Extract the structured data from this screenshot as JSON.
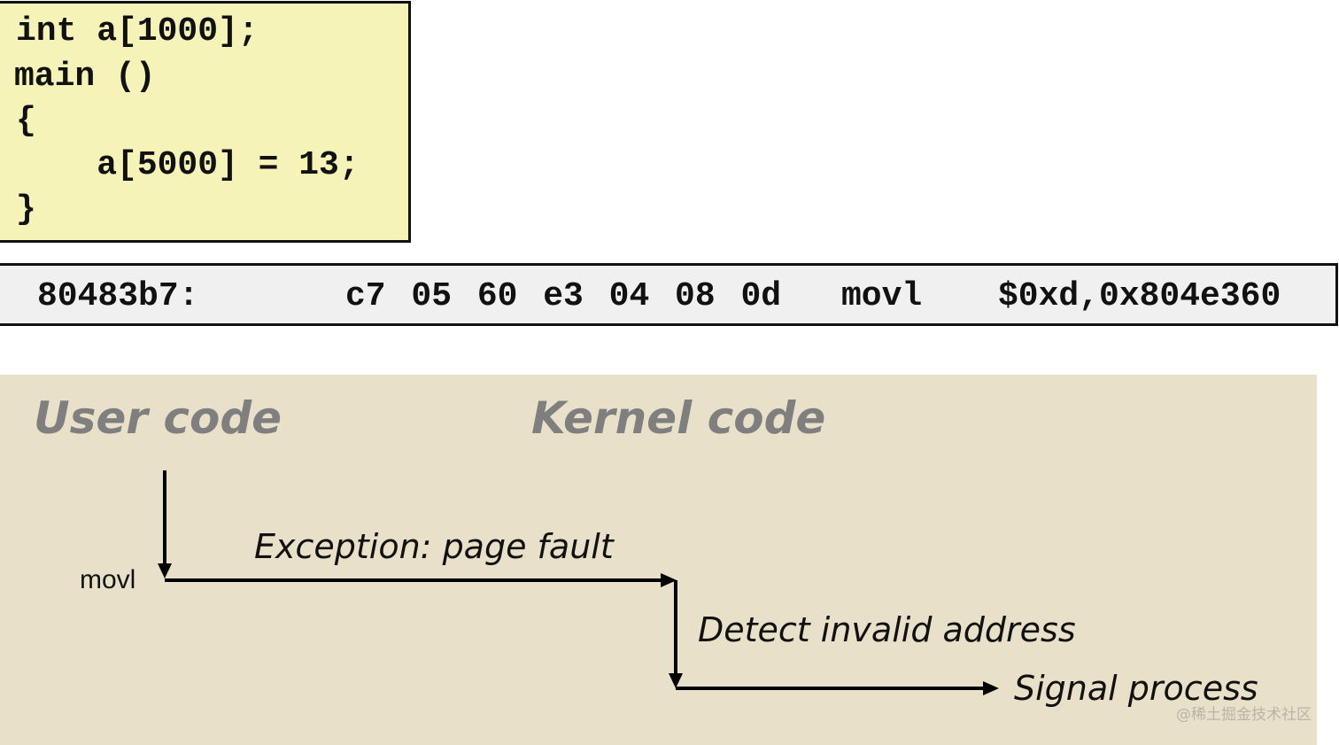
{
  "code": {
    "lines": [
      "int a[1000];",
      "main ()",
      "{",
      "    a[5000] = 13;",
      "}"
    ]
  },
  "asm": {
    "address": "80483b7:",
    "bytes": "c7 05 60 e3 04 08 0d",
    "mnemonic": "movl",
    "operands": "$0xd,0x804e360"
  },
  "diagram": {
    "user_heading": "User code",
    "kernel_heading": "Kernel code",
    "movl_label": "movl",
    "exception_label": "Exception: page fault",
    "detect_label": "Detect invalid address",
    "signal_label": "Signal process"
  },
  "watermark": "@稀土掘金技术社区",
  "colors": {
    "code_bg": "#f5f3b8",
    "asm_bg": "#f0f0f0",
    "diagram_bg": "#e8e0c8",
    "heading": "#7f7f7f"
  }
}
